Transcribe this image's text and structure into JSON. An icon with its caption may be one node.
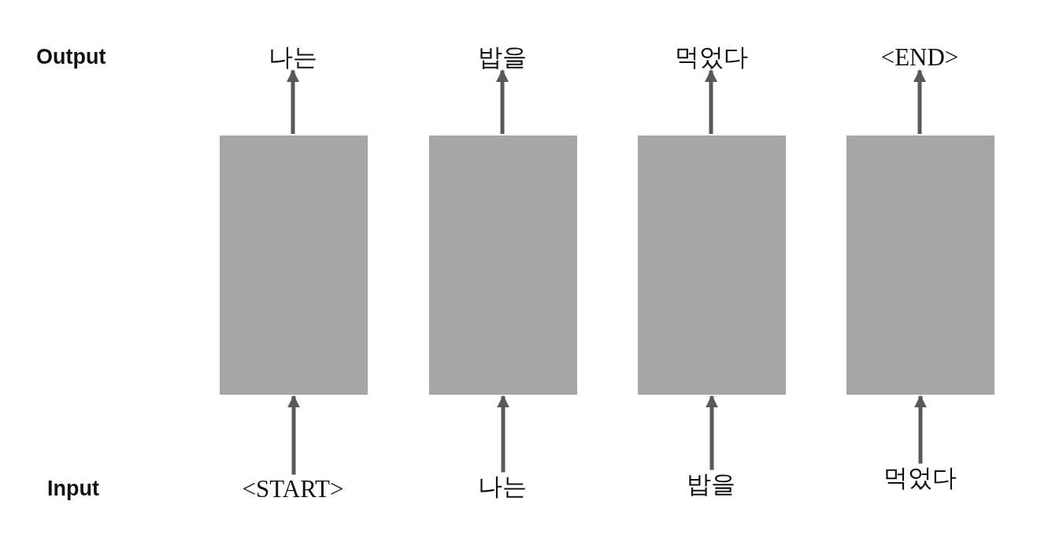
{
  "diagram": {
    "nodes": [
      {
        "text": [
          "나는"
        ]
      },
      {
        "text": [
          "밥을"
        ]
      },
      {
        "text": [
          "먹었다"
        ]
      },
      {
        "text": [
          "<END>"
        ]
      },
      {
        "text": [],
        "shape": "box"
      },
      {
        "text": [],
        "shape": "box"
      },
      {
        "text": [],
        "shape": "box"
      },
      {
        "text": [],
        "shape": "box"
      },
      {
        "text": [
          "<START>"
        ]
      },
      {
        "text": [
          "나는"
        ]
      },
      {
        "text": [
          "밥을"
        ]
      },
      {
        "text": [
          "먹었다"
        ]
      }
    ],
    "edges": [
      {
        "from": 8,
        "to": 4,
        "arrow": "to"
      },
      {
        "from": 4,
        "to": 0,
        "arrow": "to"
      },
      {
        "from": 9,
        "to": 5,
        "arrow": "to"
      },
      {
        "from": 5,
        "to": 1,
        "arrow": "to"
      },
      {
        "from": 10,
        "to": 6,
        "arrow": "to"
      },
      {
        "from": 6,
        "to": 2,
        "arrow": "to"
      },
      {
        "from": 11,
        "to": 7,
        "arrow": "to"
      },
      {
        "from": 7,
        "to": 3,
        "arrow": "to"
      }
    ],
    "labels": [
      "Output",
      "Input"
    ]
  }
}
